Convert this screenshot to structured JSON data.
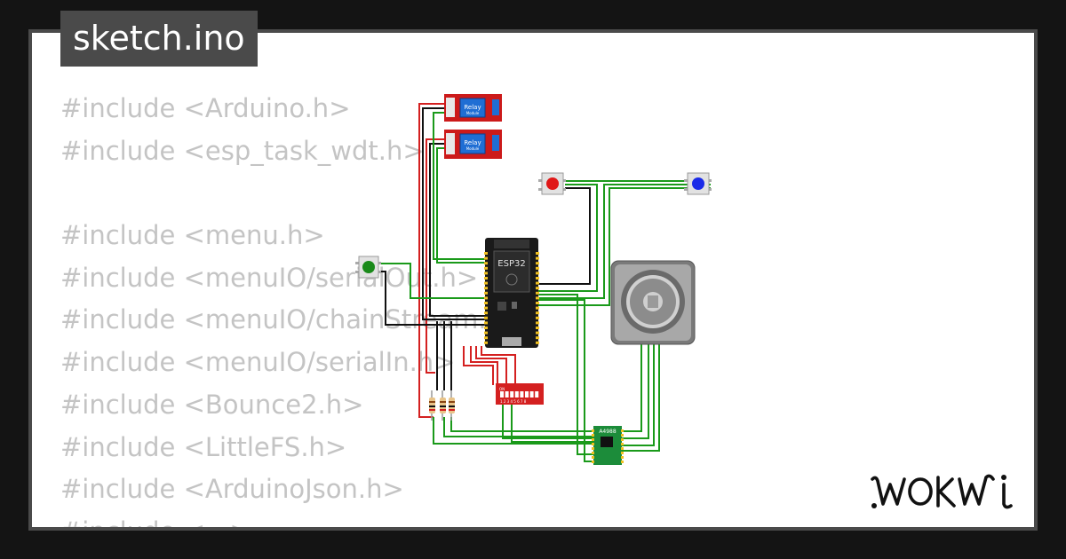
{
  "tab": {
    "title": "sketch.ino"
  },
  "code": {
    "lines": [
      "#include <Arduino.h>",
      "#include <esp_task_wdt.h>",
      "",
      "#include <menu.h>",
      "#include <menuIO/serialOut.h>",
      "#include <menuIO/chainStream.h>",
      "#include <menuIO/serialIn.h>",
      "#include <Bounce2.h>",
      "#include <LittleFS.h>",
      "#include <ArduinoJson.h>",
      "#include <...>"
    ]
  },
  "circuit": {
    "relay_label": "Relay",
    "relay_sub": "Module",
    "mcu_label": "ESP32",
    "dip_on_label": "ON",
    "dip_numbers": "1 2 3 4 5 6 7 8",
    "driver_label": "A4988"
  },
  "brand": {
    "logo_text": "WOKWI"
  },
  "colors": {
    "background": "#141414",
    "frame": "#4a4a4a",
    "code_text": "#c4c4c4",
    "wire_green": "#1a9a1a",
    "wire_red": "#d42020",
    "wire_black": "#111111",
    "relay_red": "#cc1a1a",
    "relay_blue": "#1f6ed4",
    "driver_green": "#1c8c3a"
  }
}
